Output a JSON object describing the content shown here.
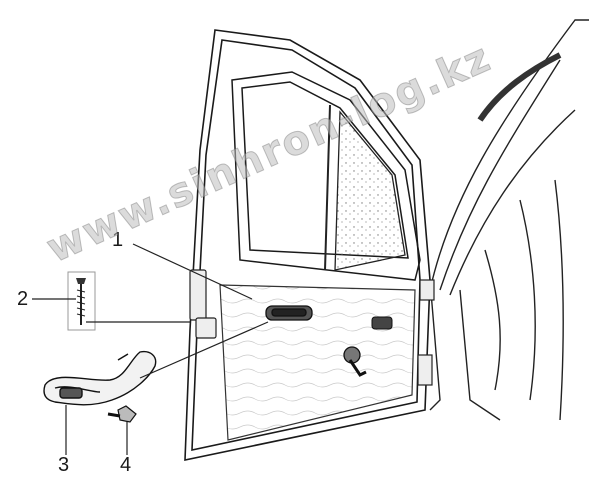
{
  "callouts": [
    {
      "id": "1",
      "label": "1"
    },
    {
      "id": "2",
      "label": "2"
    },
    {
      "id": "3",
      "label": "3"
    },
    {
      "id": "4",
      "label": "4"
    }
  ],
  "watermark": "www.sinhron-log.kz"
}
